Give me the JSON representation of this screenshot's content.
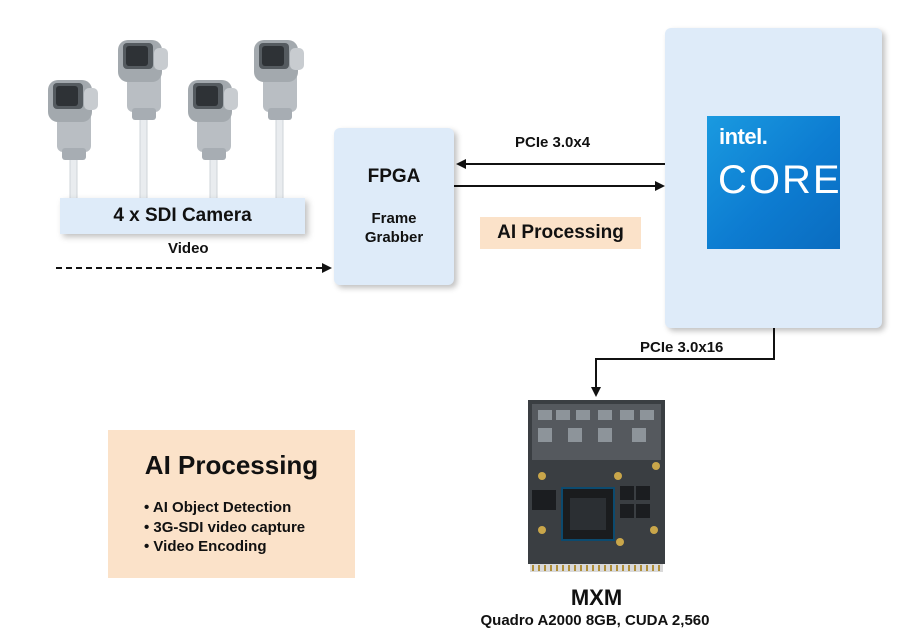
{
  "cameras": {
    "label": "4 x SDI Camera",
    "count": 4,
    "link_label": "Video"
  },
  "fpga": {
    "title": "FPGA",
    "subtitle_line1": "Frame",
    "subtitle_line2": "Grabber"
  },
  "links": {
    "fpga_cpu": "PCIe 3.0x4",
    "cpu_mxm": "PCIe 3.0x16"
  },
  "ai_tag": "AI Processing",
  "cpu": {
    "brand": "intel.",
    "product": "CORE",
    "badge_color": "#1a8fdc"
  },
  "mxm": {
    "title": "MXM",
    "description": "Quadro A2000 8GB, CUDA 2,560"
  },
  "ai_box": {
    "title": "AI Processing",
    "items": [
      "AI Object Detection",
      "3G-SDI video capture",
      "Video Encoding"
    ]
  },
  "colors": {
    "box_blue": "#deebf9",
    "box_peach": "#fbe2c9",
    "arrow": "#111111"
  }
}
